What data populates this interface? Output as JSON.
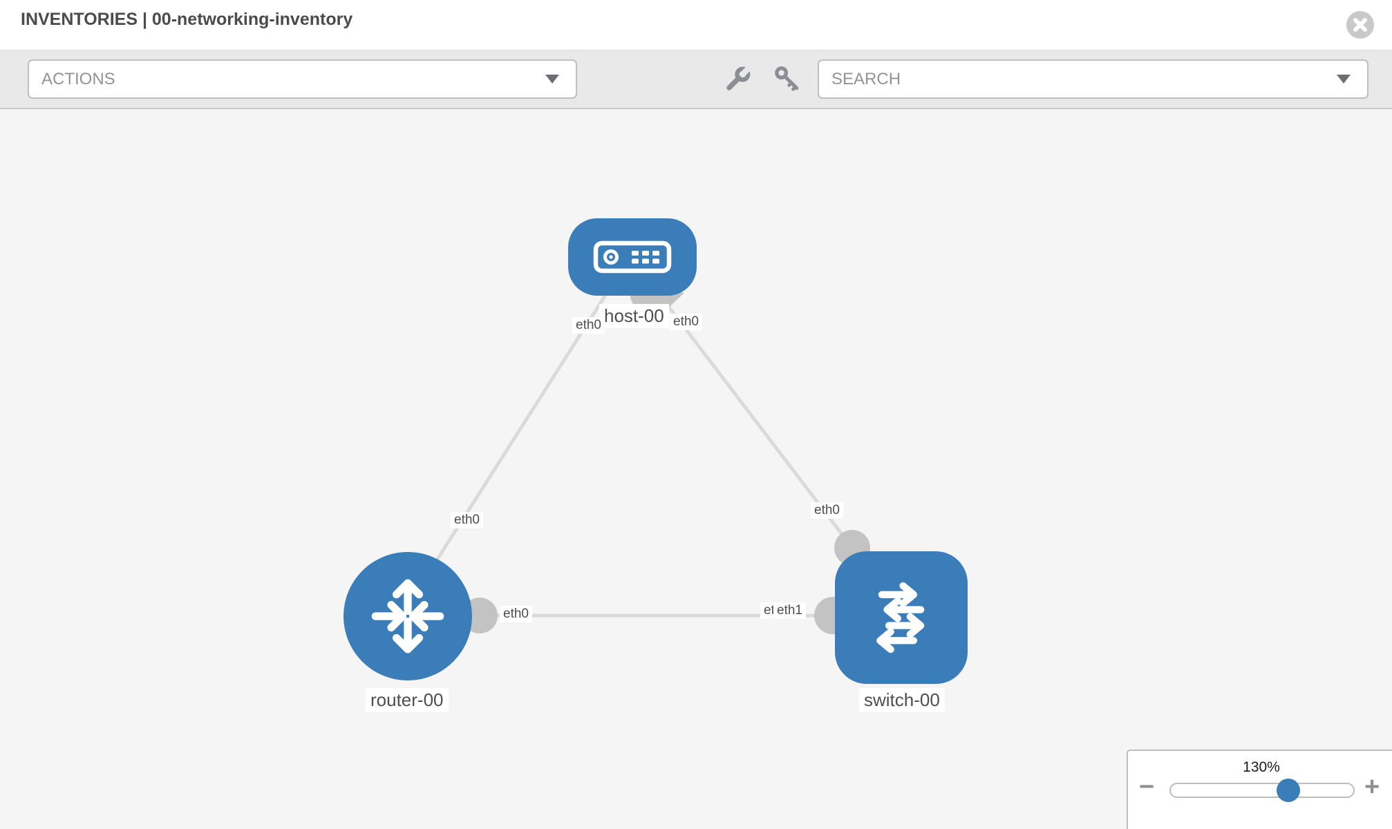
{
  "header": {
    "title": "INVENTORIES | 00-networking-inventory"
  },
  "toolbar": {
    "actions_dropdown": {
      "label": "ACTIONS"
    },
    "search_dropdown": {
      "placeholder": "SEARCH"
    },
    "icons": [
      "wrench-icon",
      "key-icon"
    ]
  },
  "topology": {
    "nodes": [
      {
        "label": "host-00",
        "type": "host"
      },
      {
        "label": "router-00",
        "type": "router"
      },
      {
        "label": "switch-00",
        "type": "switch"
      }
    ],
    "links": [
      {
        "from": "host-00",
        "to": "router-00",
        "from_interface": "eth0",
        "to_interface": "eth0"
      },
      {
        "from": "host-00",
        "to": "switch-00",
        "from_interface": "eth0",
        "to_interface": "eth0"
      },
      {
        "from": "router-00",
        "to": "switch-00",
        "from_interface": "eth0",
        "to_interface": "eth1",
        "switch_overlapped_interface": "eth0"
      }
    ]
  },
  "zoom_control": {
    "level": "130%",
    "minus_label": "−",
    "plus_label": "+"
  },
  "colors": {
    "node_blue": "#3b7db8",
    "link_gray": "#dadada",
    "connector_gray": "#c3c3c3",
    "toolbar_gray": "#e9e9e9",
    "canvas_gray": "#f5f5f5"
  }
}
